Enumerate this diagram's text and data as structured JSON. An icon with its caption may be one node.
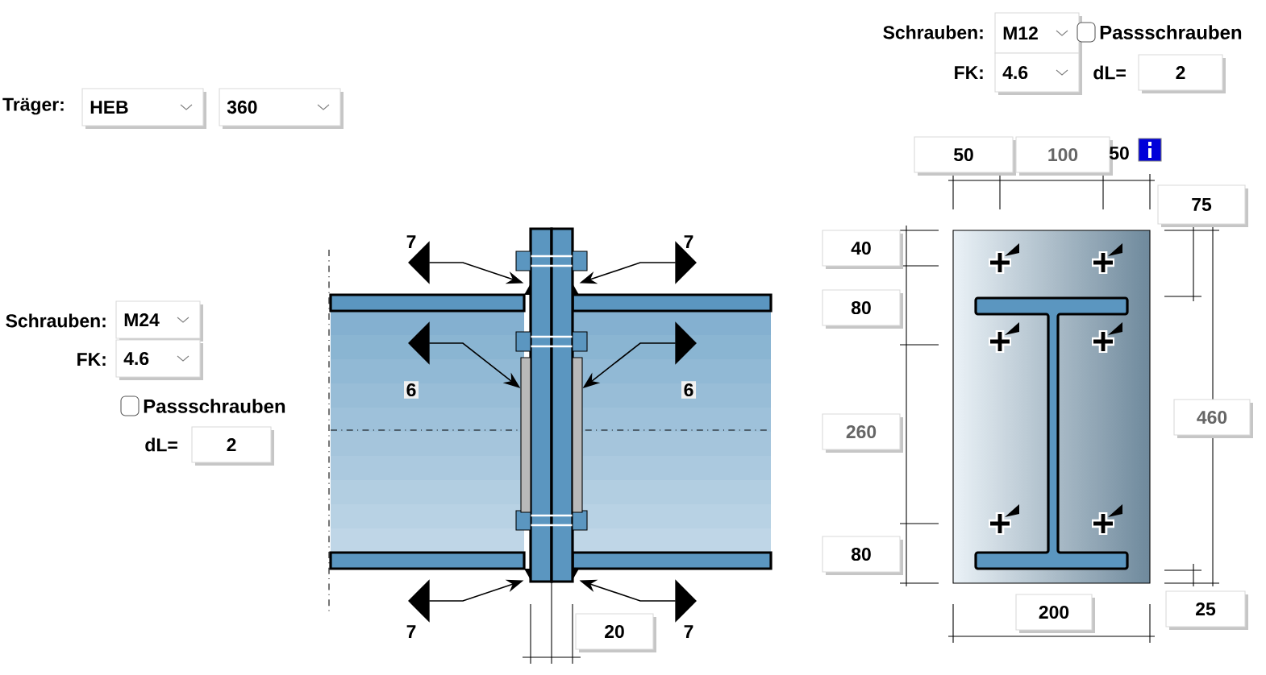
{
  "diagram": {
    "nodes": [
      {
        "text": [
          "7"
        ]
      },
      {
        "text": [
          "7"
        ]
      },
      {
        "text": [
          "6"
        ]
      },
      {
        "text": [
          "6"
        ]
      },
      {
        "text": [
          "7"
        ]
      },
      {
        "text": [
          "7"
        ]
      },
      {
        "text": [],
        "shape": "triangle"
      },
      {
        "text": [],
        "shape": "triangle"
      },
      {
        "text": [],
        "shape": "bar"
      },
      {
        "text": [],
        "shape": "bar"
      },
      {
        "text": [],
        "shape": "triangle"
      },
      {
        "text": [],
        "shape": "triangle"
      }
    ],
    "edges": [
      {
        "from": 0,
        "to": 6,
        "arrow": "both"
      },
      {
        "from": 1,
        "to": 7,
        "arrow": "both"
      },
      {
        "from": 2,
        "to": 8,
        "arrow": "both"
      },
      {
        "from": 3,
        "to": 9,
        "arrow": "both"
      },
      {
        "from": 4,
        "to": 10,
        "arrow": "both"
      },
      {
        "from": 5,
        "to": 11,
        "arrow": "both"
      }
    ],
    "labels": [
      "Schrauben:",
      "M12",
      "Passschrauben",
      "FK:",
      "4.6",
      "dL=",
      "2",
      "Träger:",
      "HEB",
      "360",
      "50",
      "100",
      "50",
      "75",
      "40",
      "80",
      "Schrauben:",
      "M24",
      "FK:",
      "4.6",
      "Passschrauben",
      "260",
      "460",
      "dL=",
      "2",
      "80",
      "200",
      "25",
      "20"
    ]
  }
}
